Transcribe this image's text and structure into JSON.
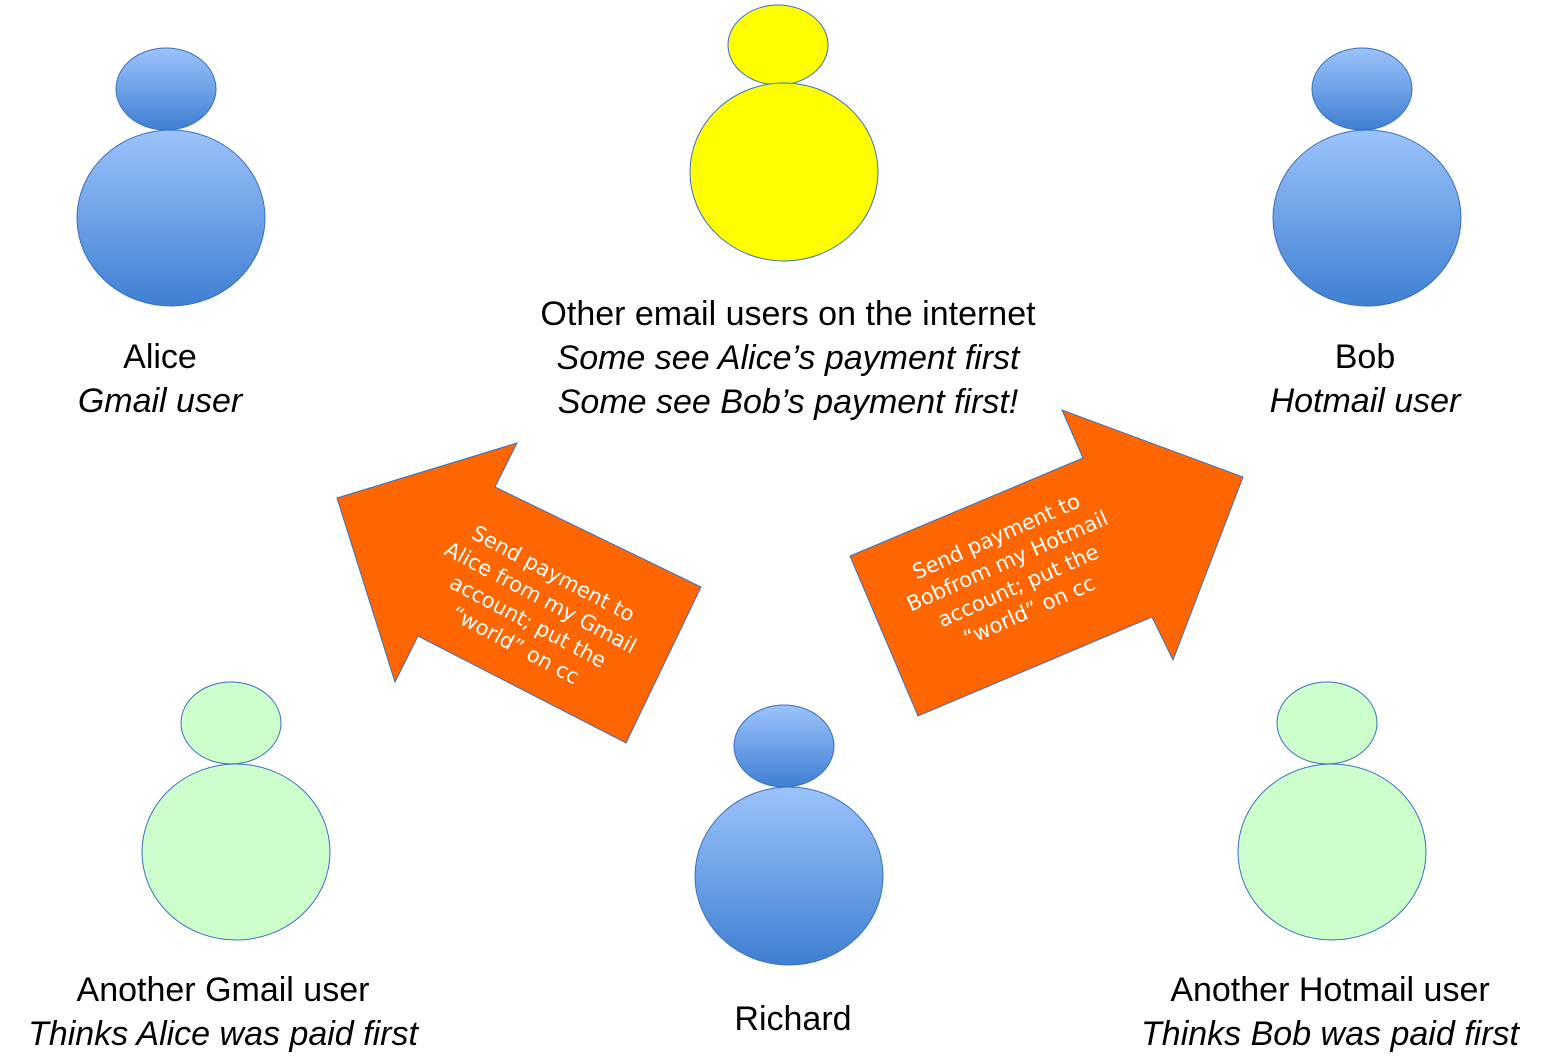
{
  "people": {
    "alice": {
      "name": "Alice",
      "role": "Gmail user"
    },
    "bob": {
      "name": "Bob",
      "role": "Hotmail user"
    },
    "others": {
      "title": "Other email users on the internet",
      "line1": "Some see Alice’s payment first",
      "line2": "Some see Bob’s payment first!"
    },
    "gmail_user": {
      "name": "Another Gmail user",
      "belief": "Thinks Alice was paid first"
    },
    "hotmail_user": {
      "name": "Another Hotmail user",
      "belief": "Thinks Bob was paid first"
    },
    "richard": {
      "name": "Richard"
    }
  },
  "arrows": {
    "left": {
      "lines": [
        "Send payment to",
        "Alice from my Gmail",
        "account; put the",
        "“world” on cc"
      ]
    },
    "right": {
      "lines": [
        "Send payment to",
        "Bobfrom my Hotmail",
        "account; put the",
        "“world” on cc"
      ]
    }
  },
  "colors": {
    "person_blue_light": "#9cc3fb",
    "person_blue_dark": "#3f7fd2",
    "person_yellow": "#ffff00",
    "person_green": "#ccffcc",
    "arrow_orange": "#ff6600",
    "outline": "#3a6fbf"
  }
}
